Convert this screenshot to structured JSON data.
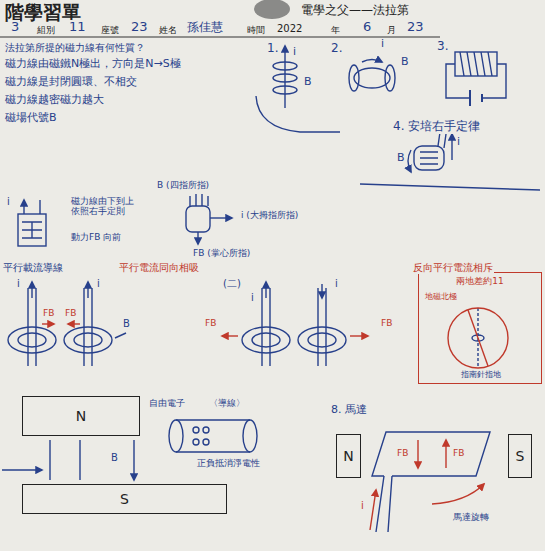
{
  "diagram": {
    "title": "電學之父——法拉第",
    "nodes": [
      {
        "text": [
          "兩地差約11"
        ]
      },
      {
        "text": [
          "N"
        ]
      },
      {
        "text": [
          "S"
        ]
      },
      {
        "text": [
          "N"
        ]
      },
      {
        "text": [
          "S"
        ]
      }
    ],
    "labels": [
      "階學習單",
      "3",
      "組別",
      "11",
      "座號",
      "23",
      "姓名",
      "孫佳慧",
      "時間",
      "2022",
      "年",
      "6",
      "月",
      "23",
      "法拉第所提的磁力線有何性質？",
      "磁力線由磁鐵N極出，方向是N→S極",
      "磁力線是封閉圓環、不相交",
      "磁力線越密磁力越大",
      "磁場代號B",
      "1.",
      "i",
      "B",
      "2.",
      "i",
      "B",
      "3.",
      "4. 安培右手定律",
      "B",
      "i",
      "i",
      "磁力線由下到上 依照右手定則",
      "動力FB 向前",
      "B (四指所指)",
      "i (大拇指所指)",
      "FB (掌心所指)",
      "平行載流導線",
      "平行電流同向相吸",
      "i",
      "i",
      "FB",
      "FB",
      "B",
      "(二)",
      "i",
      "i",
      "FB",
      "FB",
      "反向平行電流相斥",
      "地磁北極",
      "指南針指地",
      "B",
      "自由電子",
      "〈導線〉",
      "正負抵消淨電性",
      "8. 馬達",
      "FB",
      "FB",
      "i",
      "馬達旋轉"
    ]
  }
}
